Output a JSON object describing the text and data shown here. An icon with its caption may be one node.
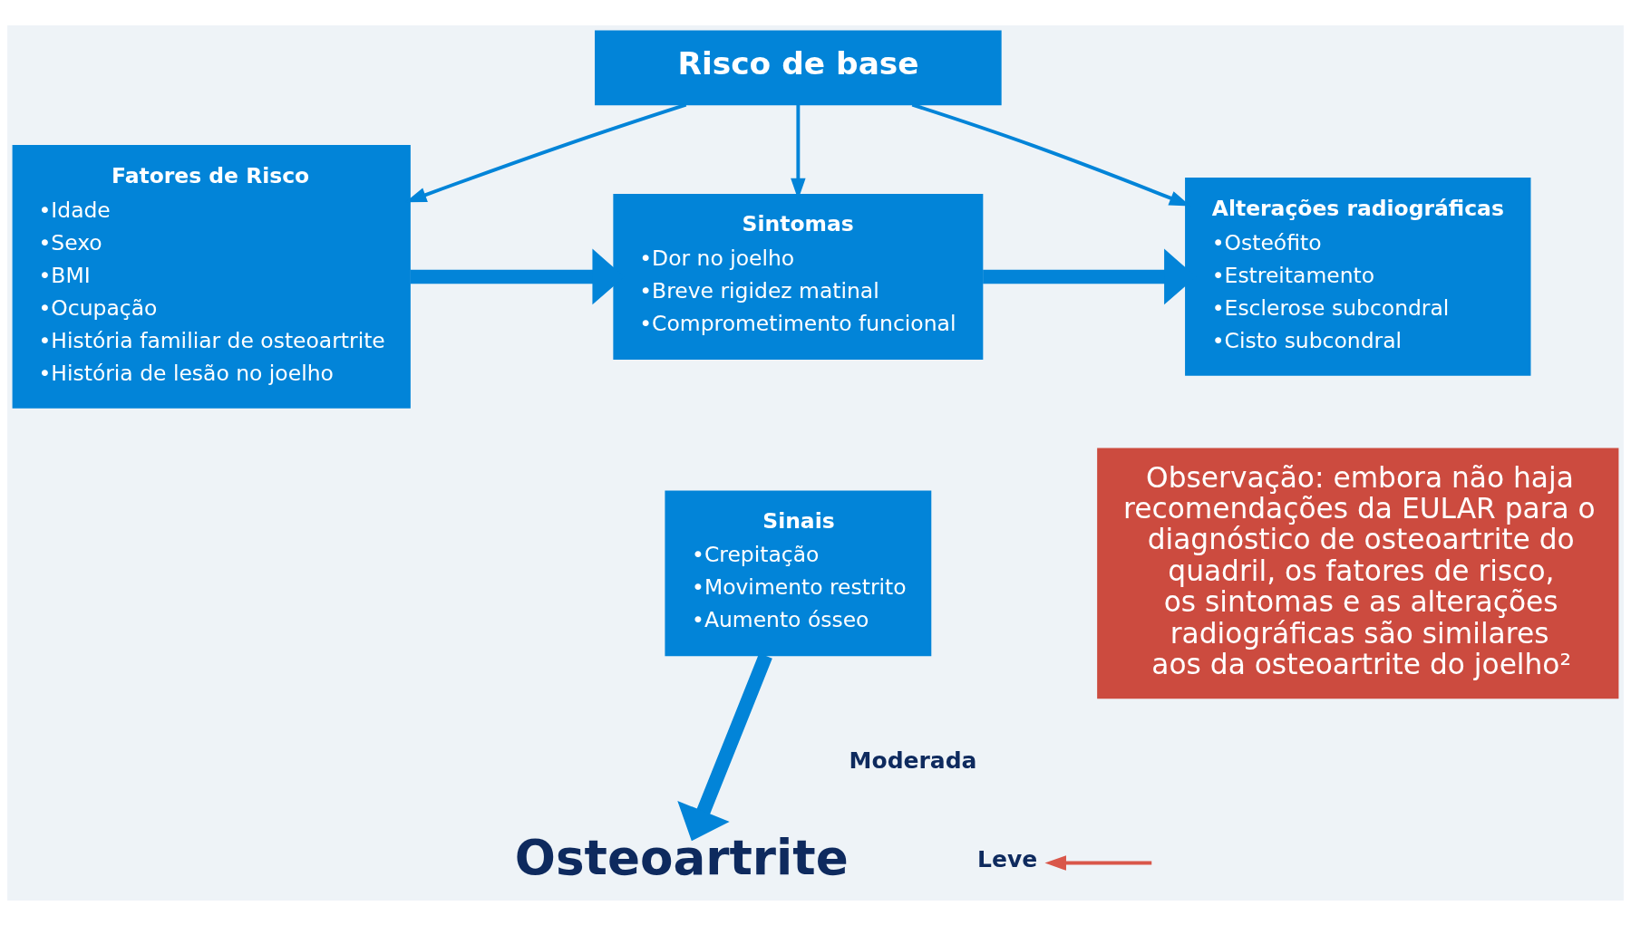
{
  "diagram": {
    "nodes": [
      {
        "text": [
          "Risco de base"
        ]
      },
      {
        "text": [
          "Fatores de Risco",
          "•Idade",
          "•Sexo",
          "•BMI",
          "•Ocupação",
          "•História familiar de osteoartrite",
          "•História de lesão no joelho"
        ]
      },
      {
        "text": [
          "Sintomas",
          "•Dor no joelho",
          "•Breve rigidez matinal",
          "•Comprometimento funcional"
        ]
      },
      {
        "text": [
          "Sinais",
          "•Crepitação",
          "•Movimento restrito",
          "•Aumento ósseo"
        ]
      },
      {
        "text": [
          "Alterações radiográficas",
          "•Osteófito",
          "•Estreitamento",
          "•Esclerose subcondral",
          "•Cisto subcondral"
        ]
      },
      {
        "text": [
          "Osteoartrite"
        ]
      },
      {
        "text": [
          "Observação: embora não haja recomendações da EULAR para o diagnóstico de osteoartrite do quadril, os fatores de risco, os sintomas e as alterações radiográficas são similares aos da osteoartrite do joelho²"
        ]
      },
      {
        "text": [
          "Leve"
        ]
      }
    ],
    "edges": [
      {
        "from": 0,
        "to": 1,
        "arrow": "to"
      },
      {
        "from": 0,
        "to": 2,
        "arrow": "to"
      },
      {
        "from": 0,
        "to": 4,
        "arrow": "to"
      },
      {
        "from": 1,
        "to": 2,
        "arrow": "to",
        "style": "thick"
      },
      {
        "from": 2,
        "to": 4,
        "arrow": "to",
        "style": "thick"
      },
      {
        "from": 3,
        "to": 5,
        "arrow": "to",
        "style": "thick"
      },
      {
        "from": null,
        "to": 7,
        "arrow": "to",
        "color": "#d9574a"
      }
    ],
    "labels": [
      "Moderada"
    ]
  }
}
